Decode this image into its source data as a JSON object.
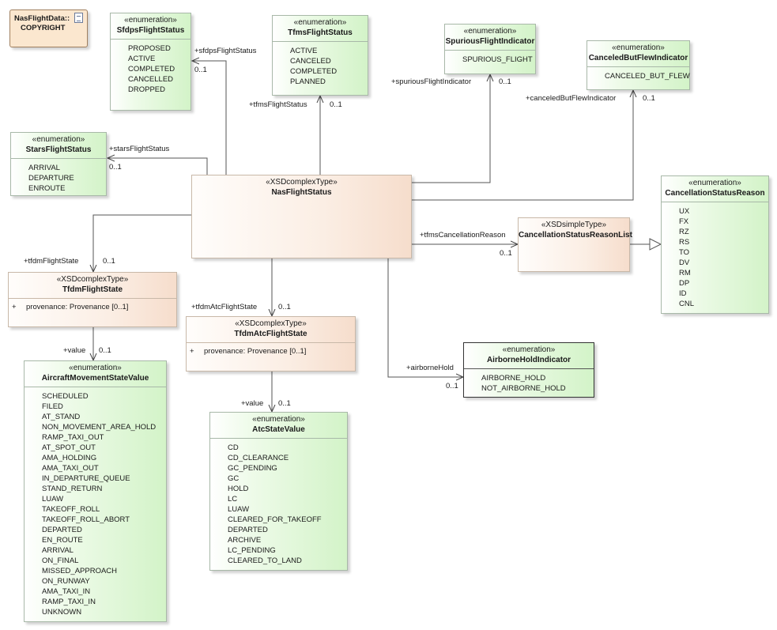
{
  "note": {
    "line1": "NasFlightData::",
    "line2": "COPYRIGHT"
  },
  "classes": {
    "sfdps": {
      "stereotype": "«enumeration»",
      "name": "SfdpsFlightStatus",
      "literals": [
        "PROPOSED",
        "ACTIVE",
        "COMPLETED",
        "CANCELLED",
        "DROPPED"
      ]
    },
    "tfms": {
      "stereotype": "«enumeration»",
      "name": "TfmsFlightStatus",
      "literals": [
        "ACTIVE",
        "CANCELED",
        "COMPLETED",
        "PLANNED"
      ]
    },
    "spurious": {
      "stereotype": "«enumeration»",
      "name": "SpuriousFlightIndicator",
      "literals": [
        "SPURIOUS_FLIGHT"
      ]
    },
    "canceled_flew": {
      "stereotype": "«enumeration»",
      "name": "CanceledButFlewIndicator",
      "literals": [
        "CANCELED_BUT_FLEW"
      ]
    },
    "stars": {
      "stereotype": "«enumeration»",
      "name": "StarsFlightStatus",
      "literals": [
        "ARRIVAL",
        "DEPARTURE",
        "ENROUTE"
      ]
    },
    "nas": {
      "stereotype": "«XSDcomplexType»",
      "name": "NasFlightStatus"
    },
    "cancel_reason": {
      "stereotype": "«enumeration»",
      "name": "CancellationStatusReason",
      "literals": [
        "UX",
        "FX",
        "RZ",
        "RS",
        "TO",
        "DV",
        "RM",
        "DP",
        "ID",
        "CNL"
      ]
    },
    "cancel_reason_list": {
      "stereotype": "«XSDsimpleType»",
      "name": "CancellationStatusReasonList"
    },
    "tfdm_flight": {
      "stereotype": "«XSDcomplexType»",
      "name": "TfdmFlightState",
      "attr_vis": "+",
      "attr": "provenance: Provenance [0..1]"
    },
    "tfdm_atc": {
      "stereotype": "«XSDcomplexType»",
      "name": "TfdmAtcFlightState",
      "attr_vis": "+",
      "attr": "provenance: Provenance [0..1]"
    },
    "airborne": {
      "stereotype": "«enumeration»",
      "name": "AirborneHoldIndicator",
      "literals": [
        "AIRBORNE_HOLD",
        "NOT_AIRBORNE_HOLD"
      ]
    },
    "aircraft_movement": {
      "stereotype": "«enumeration»",
      "name": "AircraftMovementStateValue",
      "literals": [
        "SCHEDULED",
        "FILED",
        "AT_STAND",
        "NON_MOVEMENT_AREA_HOLD",
        "RAMP_TAXI_OUT",
        "AT_SPOT_OUT",
        "AMA_HOLDING",
        "AMA_TAXI_OUT",
        "IN_DEPARTURE_QUEUE",
        "STAND_RETURN",
        "LUAW",
        "TAKEOFF_ROLL",
        "TAKEOFF_ROLL_ABORT",
        "DEPARTED",
        "EN_ROUTE",
        "ARRIVAL",
        "ON_FINAL",
        "MISSED_APPROACH",
        "ON_RUNWAY",
        "AMA_TAXI_IN",
        "RAMP_TAXI_IN",
        "UNKNOWN"
      ]
    },
    "atc_state": {
      "stereotype": "«enumeration»",
      "name": "AtcStateValue",
      "literals": [
        "CD",
        "CD_CLEARANCE",
        "GC_PENDING",
        "GC",
        "HOLD",
        "LC",
        "LUAW",
        "CLEARED_FOR_TAKEOFF",
        "DEPARTED",
        "ARCHIVE",
        "LC_PENDING",
        "CLEARED_TO_LAND"
      ]
    }
  },
  "links": {
    "sfdps": {
      "role": "+sfdpsFlightStatus",
      "mult": "0..1"
    },
    "tfms": {
      "role": "+tfmsFlightStatus",
      "mult": "0..1"
    },
    "spurious": {
      "role": "+spuriousFlightIndicator",
      "mult": "0..1"
    },
    "canceled_flew": {
      "role": "+canceledButFlewIndicator",
      "mult": "0..1"
    },
    "stars": {
      "role": "+starsFlightStatus",
      "mult": "0..1"
    },
    "tfms_cancel": {
      "role": "+tfmsCancellationReason",
      "mult": "0..1"
    },
    "tfdm_flight": {
      "role": "+tfdmFlightState",
      "mult": "0..1"
    },
    "tfdm_atc": {
      "role": "+tfdmAtcFlightState",
      "mult": "0..1"
    },
    "airborne": {
      "role": "+airborneHold",
      "mult": "0..1"
    },
    "flight_value": {
      "role": "+value",
      "mult": "0..1"
    },
    "atc_value": {
      "role": "+value",
      "mult": "0..1"
    }
  }
}
